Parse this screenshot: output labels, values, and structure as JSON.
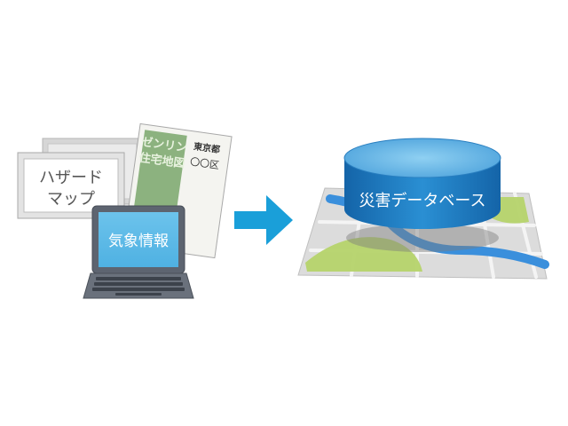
{
  "hazard_map": {
    "label_line1": "ハザード",
    "label_line2": "マップ"
  },
  "residential_map": {
    "title_line1": "ゼンリン",
    "title_line2": "住宅地図",
    "prefecture": "東京都",
    "ward": "〇〇区"
  },
  "laptop": {
    "screen_label": "気象情報"
  },
  "database": {
    "label": "災害データベース"
  },
  "colors": {
    "accent_blue": "#1a9fd9",
    "db_top": "#6fb8e6",
    "db_side": "#1f7fc4",
    "map_river": "#3a8fdc",
    "map_green": "#b5d36a",
    "residential_green": "#8cb27f"
  }
}
